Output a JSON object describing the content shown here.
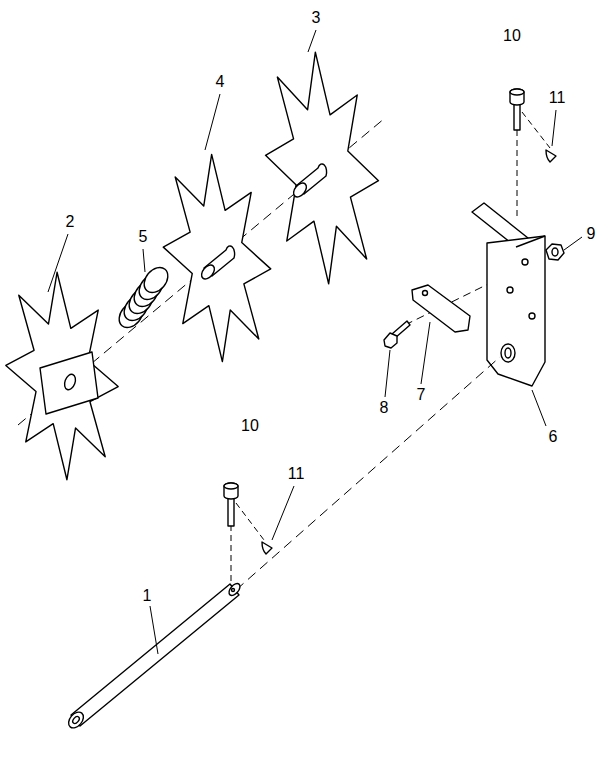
{
  "diagram": {
    "labels": [
      "3",
      "10",
      "4",
      "11",
      "9",
      "2",
      "5",
      "7",
      "8",
      "6",
      "10",
      "11",
      "1"
    ]
  }
}
